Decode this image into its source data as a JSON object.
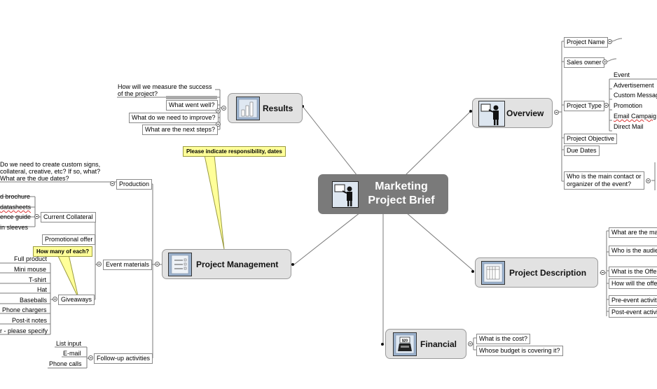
{
  "central": {
    "line1": "Marketing",
    "line2": "Project Brief"
  },
  "results": {
    "title": "Results",
    "items": [
      "How will we measure the success of the project?",
      "What went well?",
      "What do we need to improve?",
      "What are the next steps?"
    ]
  },
  "overview": {
    "title": "Overview",
    "project_name": "Project Name",
    "sales_owner": "Sales owner",
    "project_type": "Project Type",
    "project_types": [
      "Event",
      "Advertisement",
      "Custom Messag",
      "Promotion",
      "Email Campaig",
      "Direct Mail"
    ],
    "project_objective": "Project Objective",
    "due_dates": "Due Dates",
    "main_contact": "Who is the main contact or organizer of the event?"
  },
  "project_management": {
    "title": "Project Management",
    "callout": "Please indicate responsibility, dates",
    "production": "Production",
    "production_note": "Do we need to create custom signs, collateral, creative, etc?  If so, what? What are the due dates?",
    "event_materials": "Event materials",
    "current_collateral": "Current Collateral",
    "collateral_items": [
      "d brochure",
      "datasheets",
      "ence guide",
      "in sleeves"
    ],
    "promotional_offer": "Promotional offer",
    "giveaways": "Giveaways",
    "giveaways_callout": "How many of each?",
    "giveaway_items": [
      "Full product",
      "Mini mouse",
      "T-shirt",
      "Hat",
      "Baseballs",
      "Phone chargers",
      "Post-it notes",
      "r - please specify"
    ],
    "follow_up": "Follow-up activities",
    "follow_up_items": [
      "List input",
      "E-mail",
      "Phone calls"
    ]
  },
  "project_description": {
    "title": "Project Description",
    "items": [
      "What are the ma",
      "Who is the audie",
      "What is the Offe",
      "How will the offe",
      "Pre-event activit",
      "Post-event activi"
    ]
  },
  "financial": {
    "title": "Financial",
    "icon_label": "$20",
    "items": [
      "What is the cost?",
      "Whose budget is covering it?"
    ]
  }
}
